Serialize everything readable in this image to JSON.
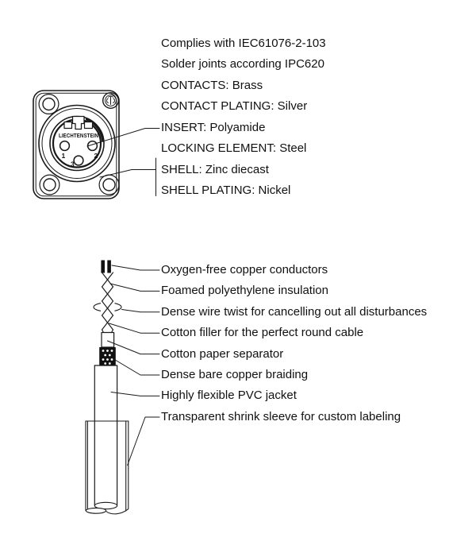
{
  "connector_diagram": {
    "brand_text": "LIECHTENSTEIN",
    "pin_labels": [
      "1",
      "2",
      "3"
    ],
    "specs": [
      "Complies with IEC61076-2-103",
      "Solder joints according IPC620",
      "CONTACTS: Brass",
      "CONTACT PLATING: Silver",
      "INSERT: Polyamide",
      "LOCKING ELEMENT: Steel",
      "SHELL: Zinc diecast",
      "SHELL PLATING: Nickel"
    ]
  },
  "cable_diagram": {
    "layers": [
      "Oxygen-free copper conductors",
      "Foamed polyethylene insulation",
      "Dense wire twist for cancelling out all disturbances",
      "Cotton filler for the perfect round cable",
      "Cotton paper separator",
      "Dense bare copper braiding",
      "Highly flexible PVC jacket",
      "Transparent shrink sleeve for custom labeling"
    ]
  },
  "colors": {
    "line": "#1a1a1a",
    "background": "#ffffff"
  }
}
